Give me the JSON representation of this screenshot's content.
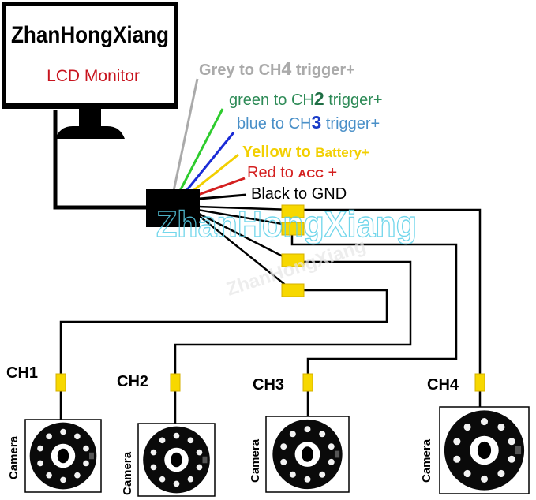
{
  "monitor": {
    "brand": "ZhanHongXiang",
    "model_label": "LCD Monitor"
  },
  "wires": {
    "grey": {
      "prefix": "Grey to CH",
      "number": "4",
      "suffix": " trigger+",
      "color": "#aaaaaa"
    },
    "green": {
      "prefix": "green to CH",
      "number": "2",
      "suffix": " trigger+",
      "color": "#2e8b57"
    },
    "blue": {
      "prefix": "blue to CH",
      "number": "3",
      "suffix": " trigger+",
      "color": "#4a90c8"
    },
    "yellow": {
      "prefix": "Yellow to ",
      "emphasis": "Battery+",
      "color": "#f2cf00"
    },
    "red": {
      "prefix": "Red to ",
      "emphasis": "ACC",
      "suffix": " +",
      "color": "#d42020"
    },
    "black": {
      "label": "Black to GND",
      "color": "#000000"
    }
  },
  "watermark": {
    "main": "ZhanHongXiang",
    "faint": "ZhanHongXiang"
  },
  "channels": [
    "CH1",
    "CH2",
    "CH3",
    "CH4"
  ],
  "camera_label": "Camera",
  "connector_color": "#f7d800"
}
